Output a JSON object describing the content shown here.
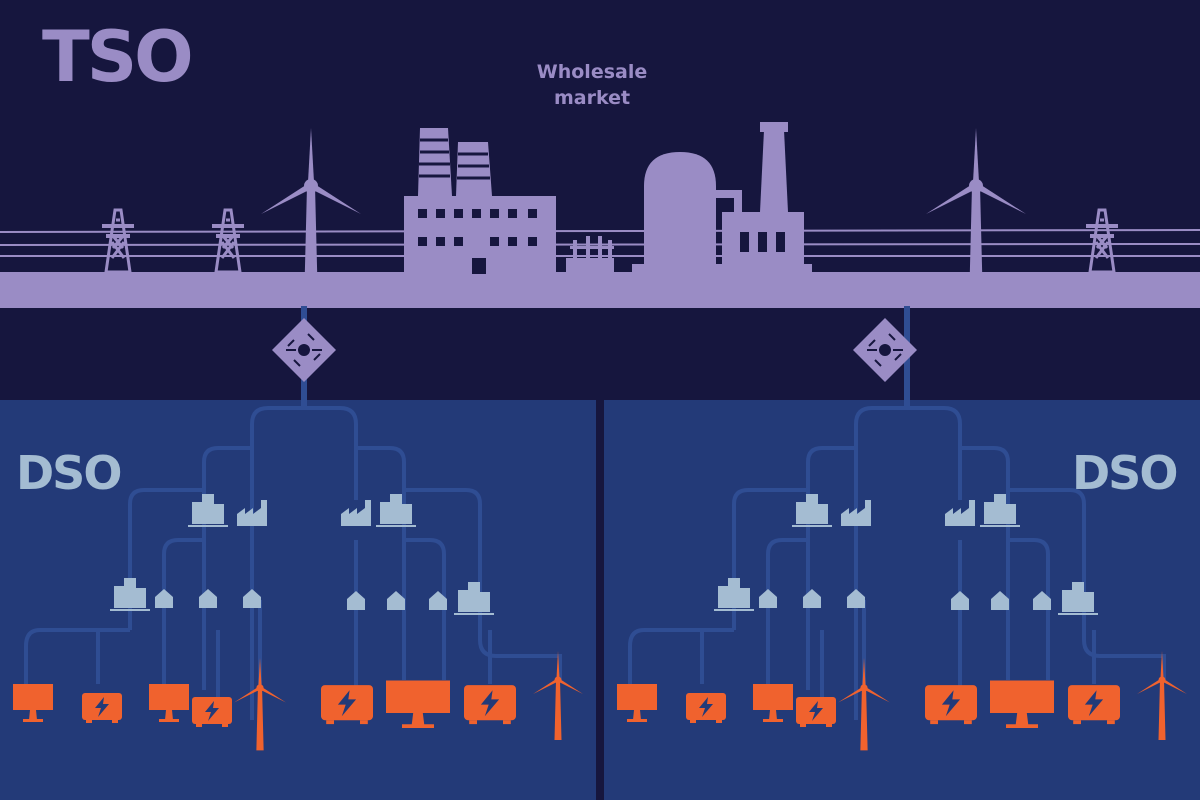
{
  "labels": {
    "tso": "TSO",
    "wholesale_market": "Wholesale\nmarket",
    "dso_left": "DSO",
    "dso_right": "DSO"
  },
  "colors": {
    "background": "#16163e",
    "transmission": "#9a8cc5",
    "distribution_panel": "#233a78",
    "distribution_lines": "#2f4d93",
    "consumer_icons": "#a4bcd2",
    "generation_icons": "#f0622e"
  },
  "regions": [
    {
      "name": "tso"
    },
    {
      "name": "dso-left"
    },
    {
      "name": "dso-right"
    }
  ],
  "icons": {
    "transmission": [
      "pylon-icon",
      "pylon-icon",
      "wind-turbine-icon",
      "power-plant-icon",
      "substation-icon",
      "gas-plant-icon",
      "wind-turbine-icon",
      "pylon-icon"
    ],
    "interfaces": [
      "grid-chip-icon",
      "grid-chip-icon"
    ],
    "consumers_level1": [
      "office-building-icon",
      "factory-icon",
      "factory-icon",
      "office-building-icon"
    ],
    "consumers_level2": [
      "apartment-icon",
      "house-icon",
      "house-with-solar-icon",
      "house-icon",
      "house-icon",
      "house-with-solar-icon",
      "house-icon",
      "apartment-icon"
    ],
    "generation": [
      "solar-panel-icon",
      "battery-icon",
      "solar-panel-icon",
      "battery-icon",
      "wind-turbine-icon",
      "battery-icon",
      "solar-panel-icon",
      "battery-icon",
      "wind-turbine-icon"
    ]
  }
}
